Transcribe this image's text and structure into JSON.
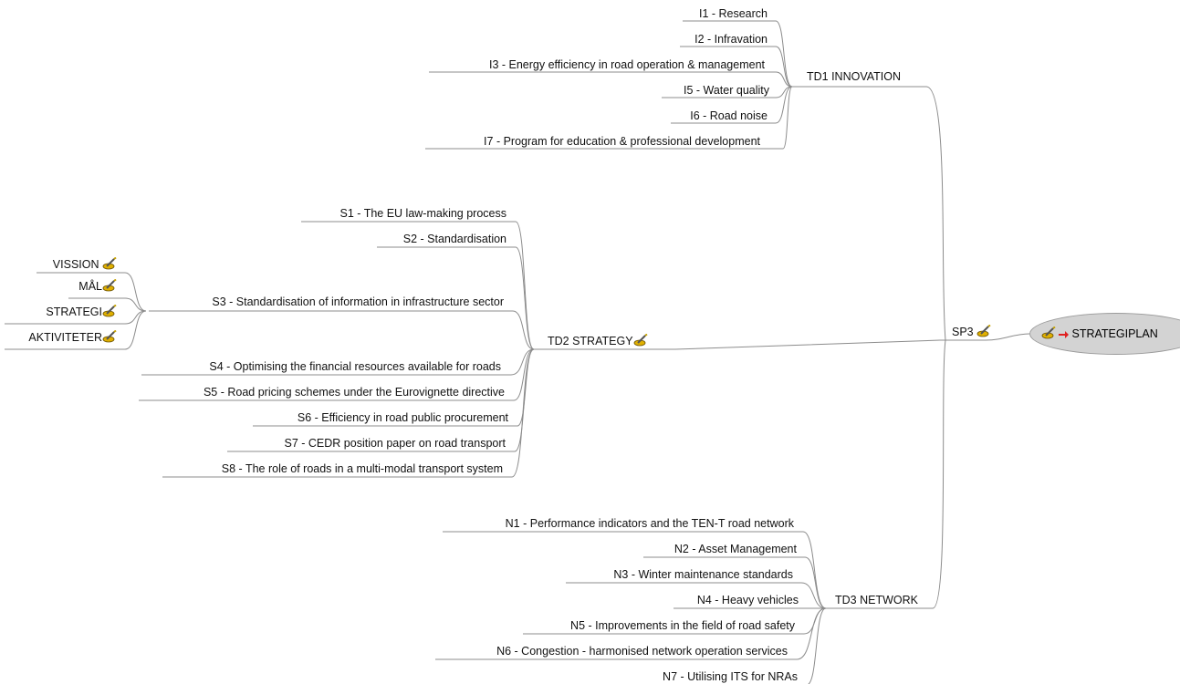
{
  "central": {
    "label": "STRATEGIPLAN"
  },
  "hub": {
    "label": "SP3"
  },
  "td1": {
    "label": "TD1 INNOVATION",
    "items": [
      "I1 - Research",
      "I2 - Infravation",
      "I3 - Energy efficiency in road operation & management",
      "I5 - Water quality",
      "I6 - Road noise",
      "I7 - Program for education & professional development"
    ]
  },
  "td2": {
    "label": "TD2 STRATEGY",
    "items": [
      "S1 - The EU law-making process",
      "S2 - Standardisation",
      "S3 - Standardisation of information in infrastructure sector",
      "S4 - Optimising the financial resources available for roads",
      "S5 - Road pricing schemes under the Eurovignette directive",
      "S6 - Efficiency in road public procurement",
      "S7 - CEDR position paper on road transport",
      "S8 - The role of roads in a multi-modal transport system"
    ],
    "s3_children": [
      "VISSION",
      "MÅL",
      "STRATEGI",
      "AKTIVITETER"
    ]
  },
  "td3": {
    "label": "TD3 NETWORK",
    "items": [
      "N1 - Performance indicators and the TEN-T road network",
      "N2 - Asset Management",
      "N3 - Winter maintenance standards",
      "N4 - Heavy vehicles",
      "N5 - Improvements in the field of road safety",
      "N6 - Congestion - harmonised network operation services",
      "N7 - Utilising ITS for NRAs"
    ]
  },
  "colors": {
    "line": "#8c8c8c",
    "ellipse": "#d3d3d3",
    "arrow": "#e02020",
    "icon_pen": "#e0b000"
  },
  "icons": {
    "task": "note-pen-icon",
    "link": "red-arrow-icon"
  }
}
